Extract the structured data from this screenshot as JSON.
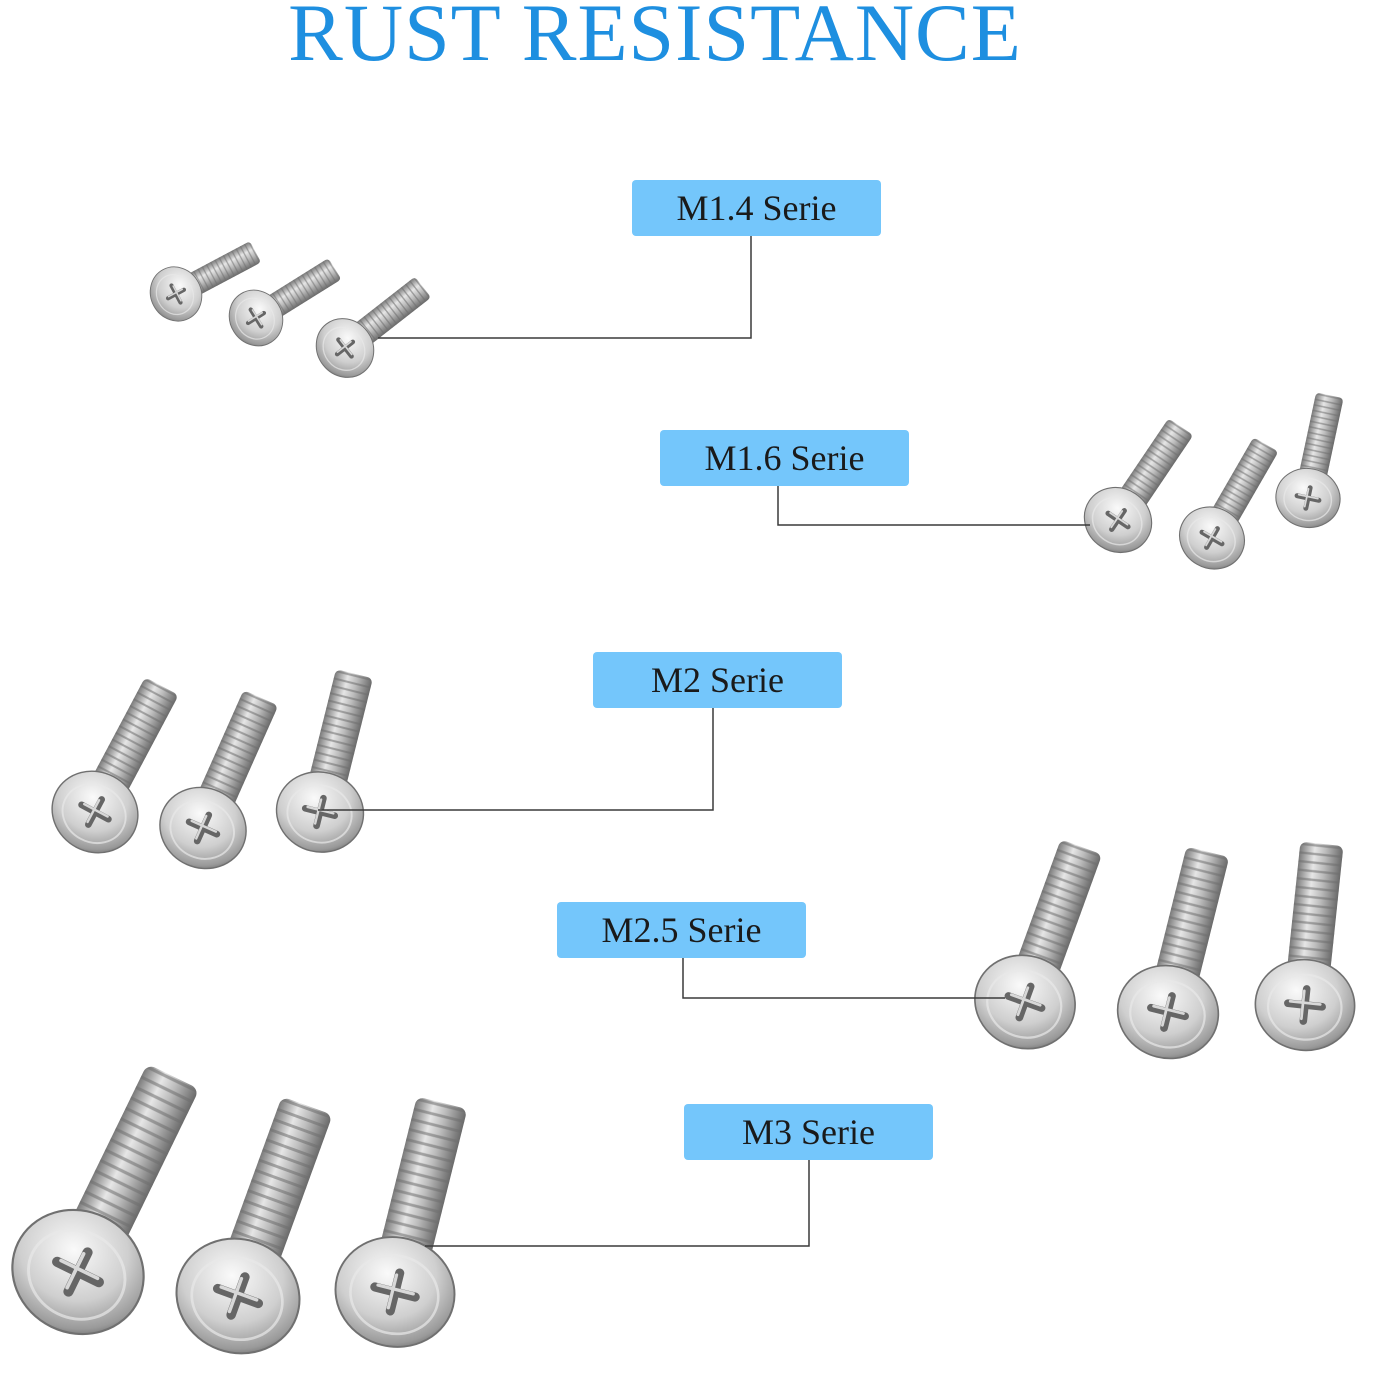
{
  "title": "RUST RESISTANCE",
  "colors": {
    "title": "#1e8fe0",
    "label_bg": "#74c6fb",
    "leader_line": "#3a3a3a",
    "metal_light": "#f2f2f2",
    "metal_mid": "#b8b8b8",
    "metal_dark": "#6e6e6e"
  },
  "series": [
    {
      "label": "M1.4 Serie",
      "screw_count": 3
    },
    {
      "label": "M1.6 Serie",
      "screw_count": 3
    },
    {
      "label": "M2 Serie",
      "screw_count": 3
    },
    {
      "label": "M2.5 Serie",
      "screw_count": 3
    },
    {
      "label": "M3 Serie",
      "screw_count": 3
    }
  ]
}
